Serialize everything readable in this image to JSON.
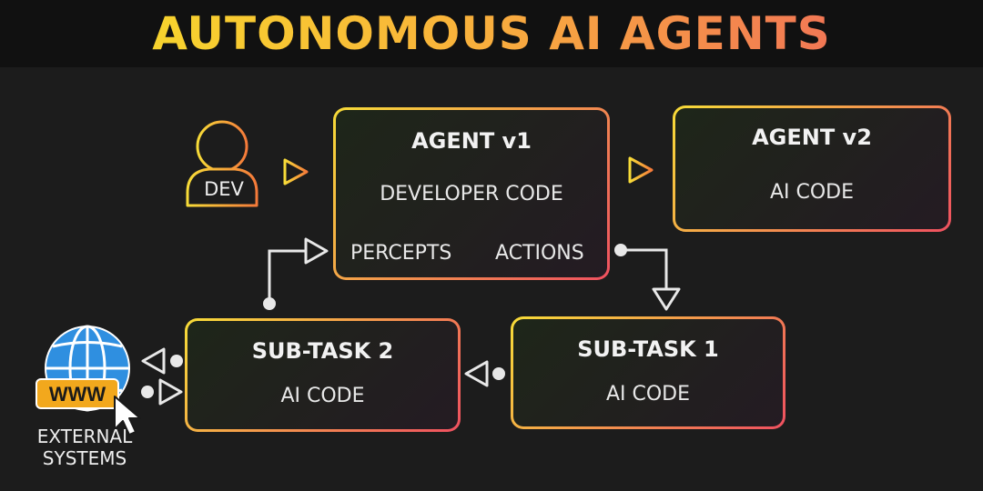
{
  "title": "AUTONOMOUS AI AGENTS",
  "dev": {
    "label": "DEV"
  },
  "agent_v1": {
    "title": "AGENT v1",
    "code": "DEVELOPER CODE",
    "percepts": "PERCEPTS",
    "actions": "ACTIONS"
  },
  "agent_v2": {
    "title": "AGENT v2",
    "code": "AI CODE"
  },
  "subtask1": {
    "title": "SUB-TASK 1",
    "code": "AI CODE"
  },
  "subtask2": {
    "title": "SUB-TASK 2",
    "code": "AI CODE"
  },
  "external": {
    "badge": "WWW",
    "label_line1": "EXTERNAL",
    "label_line2": "SYSTEMS"
  },
  "colors": {
    "gradient_start": "#f7dc38",
    "gradient_end": "#ef5060",
    "background": "#1c1c1c",
    "header": "#111111",
    "globe": "#2f8fe0",
    "badge": "#f2a81d"
  }
}
